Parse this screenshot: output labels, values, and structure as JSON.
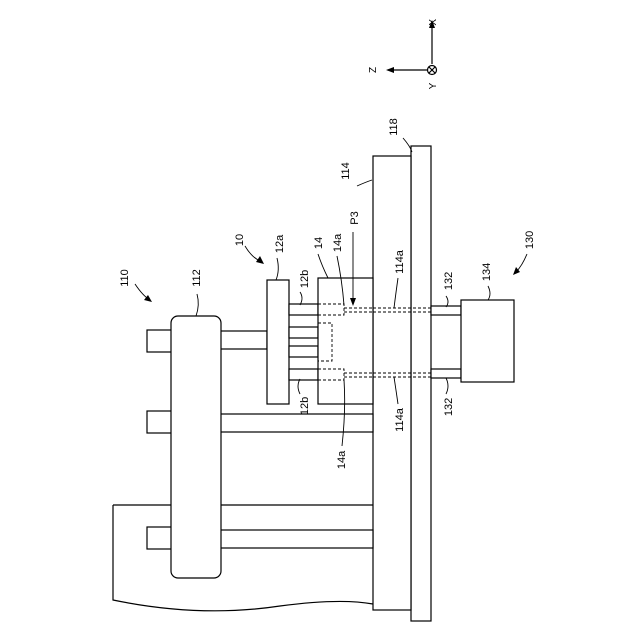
{
  "axes": {
    "x": "X",
    "y": "Y",
    "z": "Z"
  },
  "labels": {
    "l110": "110",
    "l112": "112",
    "l10": "10",
    "l12a": "12a",
    "l14": "14",
    "l14a_top": "14a",
    "l12b_top": "12b",
    "l12b_bot": "12b",
    "l14a_bot": "14a",
    "lP3": "P3",
    "l114": "114",
    "l114a_top": "114a",
    "l114a_bot": "114a",
    "l118": "118",
    "l132_top": "132",
    "l132_bot": "132",
    "l134": "134",
    "l130": "130"
  }
}
